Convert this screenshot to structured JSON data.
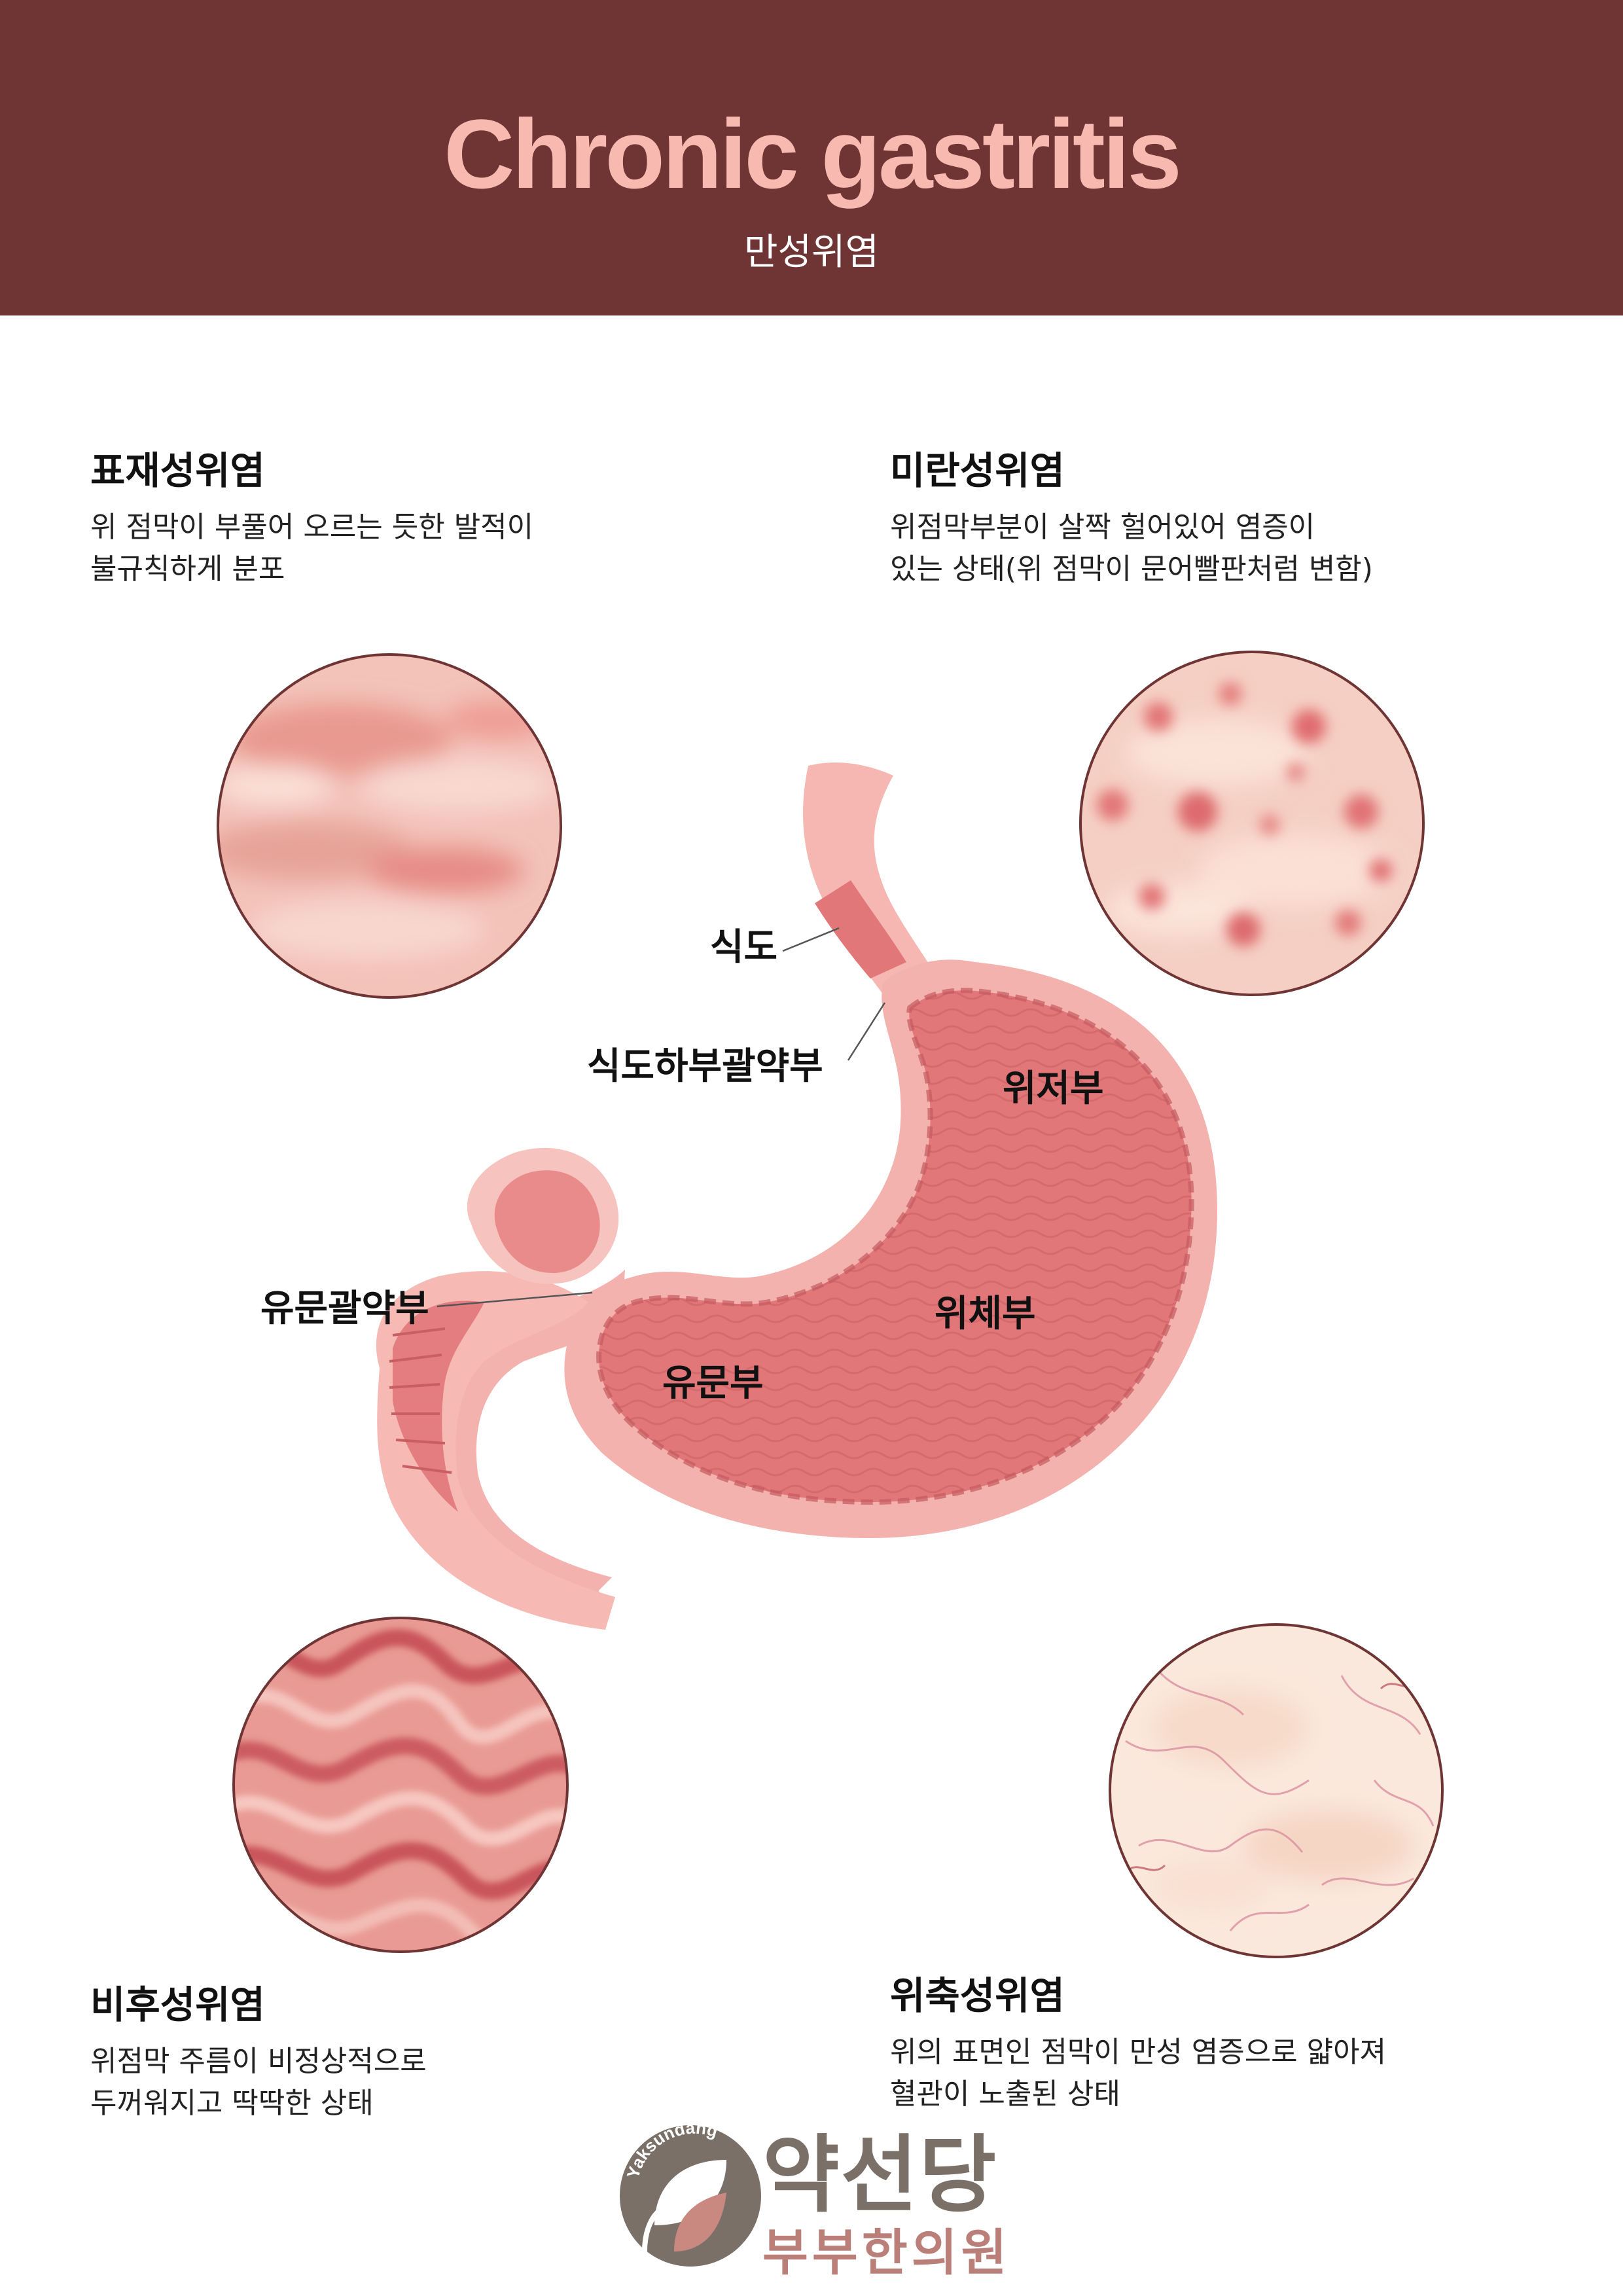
{
  "header": {
    "title": "Chronic gastritis",
    "subtitle": "만성위염"
  },
  "types": {
    "superficial": {
      "heading": "표재성위염",
      "line1": "위 점막이 부풀어 오르는 듯한 발적이",
      "line2": "불규칙하게 분포"
    },
    "erosive": {
      "heading": "미란성위염",
      "line1": "위점막부분이 살짝 헐어있어 염증이",
      "line2": "있는 상태(위 점막이 문어빨판처럼 변함)"
    },
    "hypertrophic": {
      "heading": "비후성위염",
      "line1": "위점막 주름이 비정상적으로",
      "line2": "두꺼워지고 딱딱한 상태"
    },
    "atrophic": {
      "heading": "위축성위염",
      "line1": "위의 표면인 점막이 만성 염증으로 얇아져",
      "line2": "혈관이 노출된 상태"
    }
  },
  "anatomy_labels": {
    "esophagus": "식도",
    "lower_esophageal_sphincter": "식도하부괄약부",
    "fundus": "위저부",
    "pyloric_sphincter": "유문괄약부",
    "body": "위체부",
    "pylorus": "유문부"
  },
  "logo": {
    "emblem_text": "Yaksundang",
    "name": "약선당",
    "sub": "부부한의원"
  },
  "colors": {
    "header_bg": "#6f3534",
    "title": "#f7b9b0",
    "stomach_inner": "#e2777a",
    "stomach_outer": "#f4b2ae",
    "circle_border": "#6f3534"
  }
}
